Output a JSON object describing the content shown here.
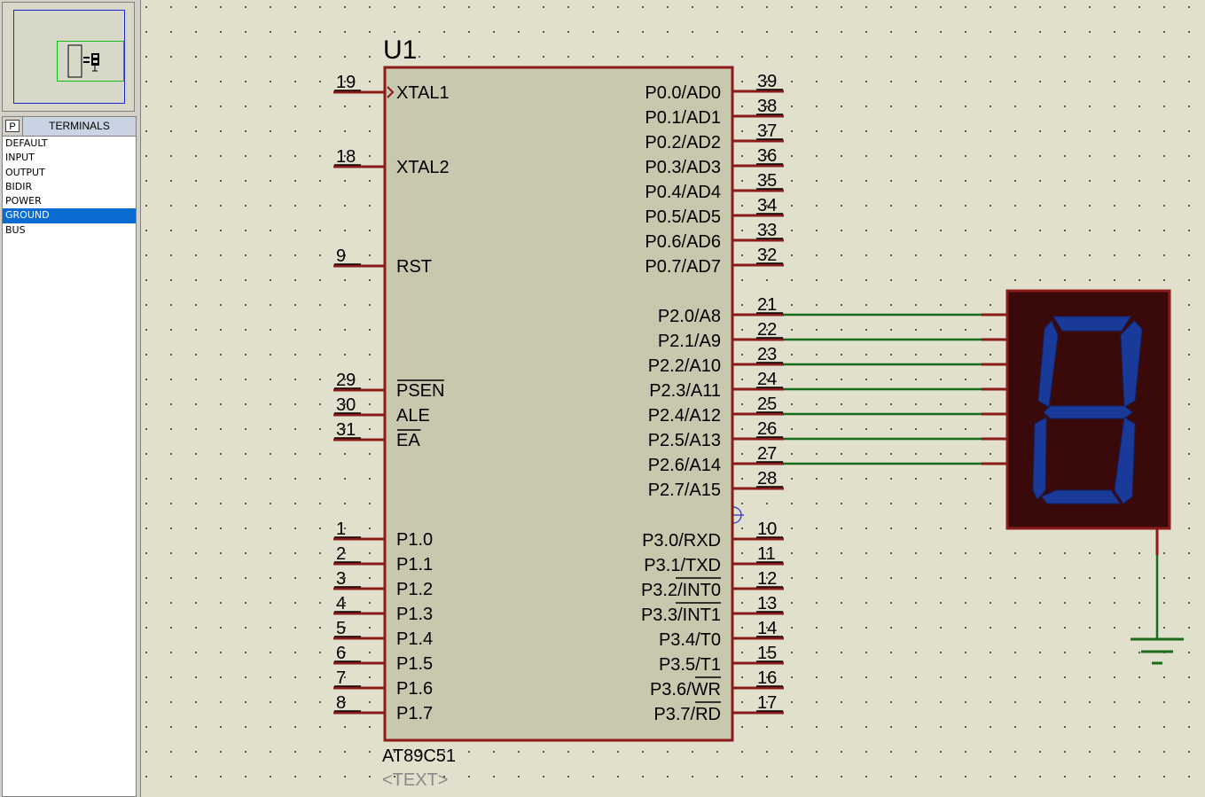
{
  "panel": {
    "overview": {
      "name": "schematic-overview"
    },
    "selector": {
      "mode_button": "P",
      "title": "TERMINALS",
      "items": [
        {
          "label": "DEFAULT",
          "selected": false
        },
        {
          "label": "INPUT",
          "selected": false
        },
        {
          "label": "OUTPUT",
          "selected": false
        },
        {
          "label": "BIDIR",
          "selected": false
        },
        {
          "label": "POWER",
          "selected": false
        },
        {
          "label": "GROUND",
          "selected": true
        },
        {
          "label": "BUS",
          "selected": false
        }
      ]
    }
  },
  "colors": {
    "chip_body": "#c8c8ae",
    "chip_outline": "#8b1a1a",
    "wire": "#1a6b1a",
    "display_bg": "#3a0a0a",
    "segment": "#1a3a9a",
    "grid_bg": "#e0e0cc"
  },
  "chip": {
    "ref": "U1",
    "part": "AT89C51",
    "text_placeholder": "<TEXT>",
    "left_pins": [
      {
        "num": "19",
        "label": "XTAL1"
      },
      {
        "num": "18",
        "label": "XTAL2"
      },
      {
        "num": "9",
        "label": "RST"
      },
      {
        "num": "29",
        "label": "PSEN"
      },
      {
        "num": "30",
        "label": "ALE"
      },
      {
        "num": "31",
        "label": "EA"
      },
      {
        "num": "1",
        "label": "P1.0"
      },
      {
        "num": "2",
        "label": "P1.1"
      },
      {
        "num": "3",
        "label": "P1.2"
      },
      {
        "num": "4",
        "label": "P1.3"
      },
      {
        "num": "5",
        "label": "P1.4"
      },
      {
        "num": "6",
        "label": "P1.5"
      },
      {
        "num": "7",
        "label": "P1.6"
      },
      {
        "num": "8",
        "label": "P1.7"
      }
    ],
    "right_pins": [
      {
        "num": "39",
        "label": "P0.0/AD0"
      },
      {
        "num": "38",
        "label": "P0.1/AD1"
      },
      {
        "num": "37",
        "label": "P0.2/AD2"
      },
      {
        "num": "36",
        "label": "P0.3/AD3"
      },
      {
        "num": "35",
        "label": "P0.4/AD4"
      },
      {
        "num": "34",
        "label": "P0.5/AD5"
      },
      {
        "num": "33",
        "label": "P0.6/AD6"
      },
      {
        "num": "32",
        "label": "P0.7/AD7"
      },
      {
        "num": "21",
        "label": "P2.0/A8"
      },
      {
        "num": "22",
        "label": "P2.1/A9"
      },
      {
        "num": "23",
        "label": "P2.2/A10"
      },
      {
        "num": "24",
        "label": "P2.3/A11"
      },
      {
        "num": "25",
        "label": "P2.4/A12"
      },
      {
        "num": "26",
        "label": "P2.5/A13"
      },
      {
        "num": "27",
        "label": "P2.6/A14"
      },
      {
        "num": "28",
        "label": "P2.7/A15"
      },
      {
        "num": "10",
        "label": "P3.0/RXD"
      },
      {
        "num": "11",
        "label": "P3.1/TXD"
      },
      {
        "num": "12",
        "label": "P3.2/INT0"
      },
      {
        "num": "13",
        "label": "P3.3/INT1"
      },
      {
        "num": "14",
        "label": "P3.4/T0"
      },
      {
        "num": "15",
        "label": "P3.5/T1"
      },
      {
        "num": "16",
        "label": "P3.6/WR"
      },
      {
        "num": "17",
        "label": "P3.7/RD"
      }
    ]
  }
}
